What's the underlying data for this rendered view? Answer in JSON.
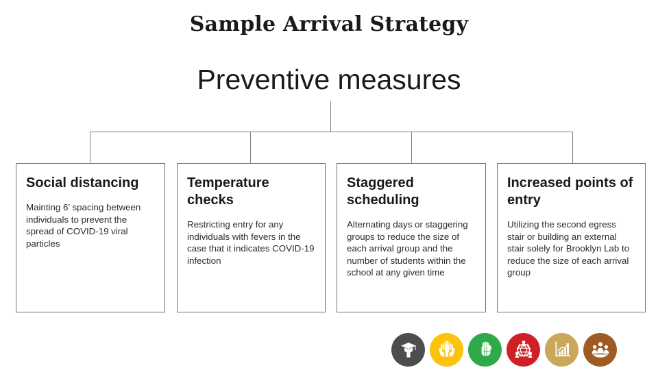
{
  "slide": {
    "title": "Sample Arrival Strategy",
    "root_heading": "Preventive measures"
  },
  "nodes": [
    {
      "title": "Social distancing",
      "body": "Mainting 6’ spacing between individuals to prevent the spread of COVID-19 viral particles"
    },
    {
      "title": "Temperature checks",
      "body": "Restricting entry for any individuals with fevers in the case that it indicates COVID-19 infection"
    },
    {
      "title": "Staggered scheduling",
      "body": "Alternating days or staggering groups to reduce the size of each arrival group and the number of students within the school at any given time"
    },
    {
      "title": "Increased points of entry",
      "body": "Utilizing the second egress stair or building an external stair solely for Brooklyn Lab to reduce the size of each arrival group"
    }
  ],
  "icon_row": [
    {
      "name": "graduation-cap-icon",
      "color": "#4d4d4d"
    },
    {
      "name": "raised-hands-icon",
      "color": "#fcc30b"
    },
    {
      "name": "raised-fist-icon",
      "color": "#2eaa4a"
    },
    {
      "name": "globe-people-icon",
      "color": "#d02027"
    },
    {
      "name": "growth-chart-icon",
      "color": "#c9a75b"
    },
    {
      "name": "people-group-icon",
      "color": "#9e5c24"
    }
  ],
  "colors": {
    "background": "#ffffff",
    "text": "#1a1a1a",
    "line": "#6f6f6f"
  }
}
